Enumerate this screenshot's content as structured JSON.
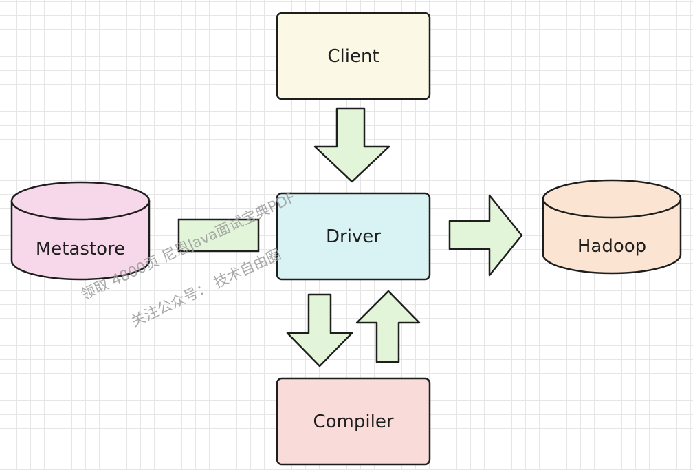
{
  "diagram": {
    "nodes": {
      "client": {
        "label": "Client",
        "fill": "#fbf8e6"
      },
      "driver": {
        "label": "Driver",
        "fill": "#d9f3f4"
      },
      "compiler": {
        "label": "Compiler",
        "fill": "#f9dcda"
      },
      "metastore": {
        "label": "Metastore",
        "fill": "#f7d7ea"
      },
      "hadoop": {
        "label": "Hadoop",
        "fill": "#fbe5d2"
      }
    },
    "arrow_color": "#e3f5d9",
    "stroke_color": "#1e1e1e",
    "watermark": {
      "line1": "领取 4800页 尼恩Java面试宝典PDF",
      "line2": "关注公众号： 技术自由圈"
    }
  }
}
